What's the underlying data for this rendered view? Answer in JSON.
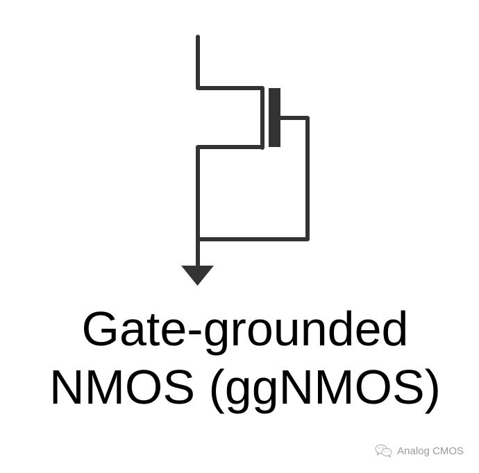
{
  "title": {
    "line1": "Gate-grounded",
    "line2": "NMOS (ggNMOS)"
  },
  "watermark": {
    "icon": "wechat-icon",
    "text": "Analog CMOS"
  },
  "colors": {
    "wire": "#333333",
    "text": "#000000",
    "watermark": "#9a9a9a",
    "background": "#ffffff"
  },
  "schematic": {
    "device": "NMOS transistor",
    "gate_connection": "tied to source / ground",
    "ground_symbol": "triangle"
  }
}
